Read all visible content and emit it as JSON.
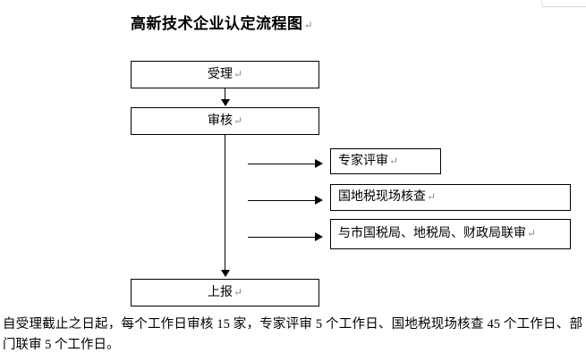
{
  "document": {
    "title": "高新技术企业认定流程图",
    "pilcrow": "↵"
  },
  "flow": {
    "main_steps": [
      {
        "id": "shouli",
        "label": "受理"
      },
      {
        "id": "shenhe",
        "label": "审核"
      },
      {
        "id": "shangbao",
        "label": "上报"
      }
    ],
    "branch_steps": [
      {
        "id": "zhuanjia",
        "label": "专家评审"
      },
      {
        "id": "guodi",
        "label": "国地税现场核查"
      },
      {
        "id": "lianshen",
        "label": "与市国税局、地税局、财政局联审"
      }
    ]
  },
  "footnote": {
    "text": "自受理截止之日起，每个工作日审核 15 家，专家评审 5 个工作日、国地税现场核查 45 个工作日、部门联审 5 个工作日。"
  },
  "colors": {
    "line": "#000000",
    "text": "#000000",
    "background": "#ffffff",
    "pilcrow": "#8a8a8a"
  }
}
